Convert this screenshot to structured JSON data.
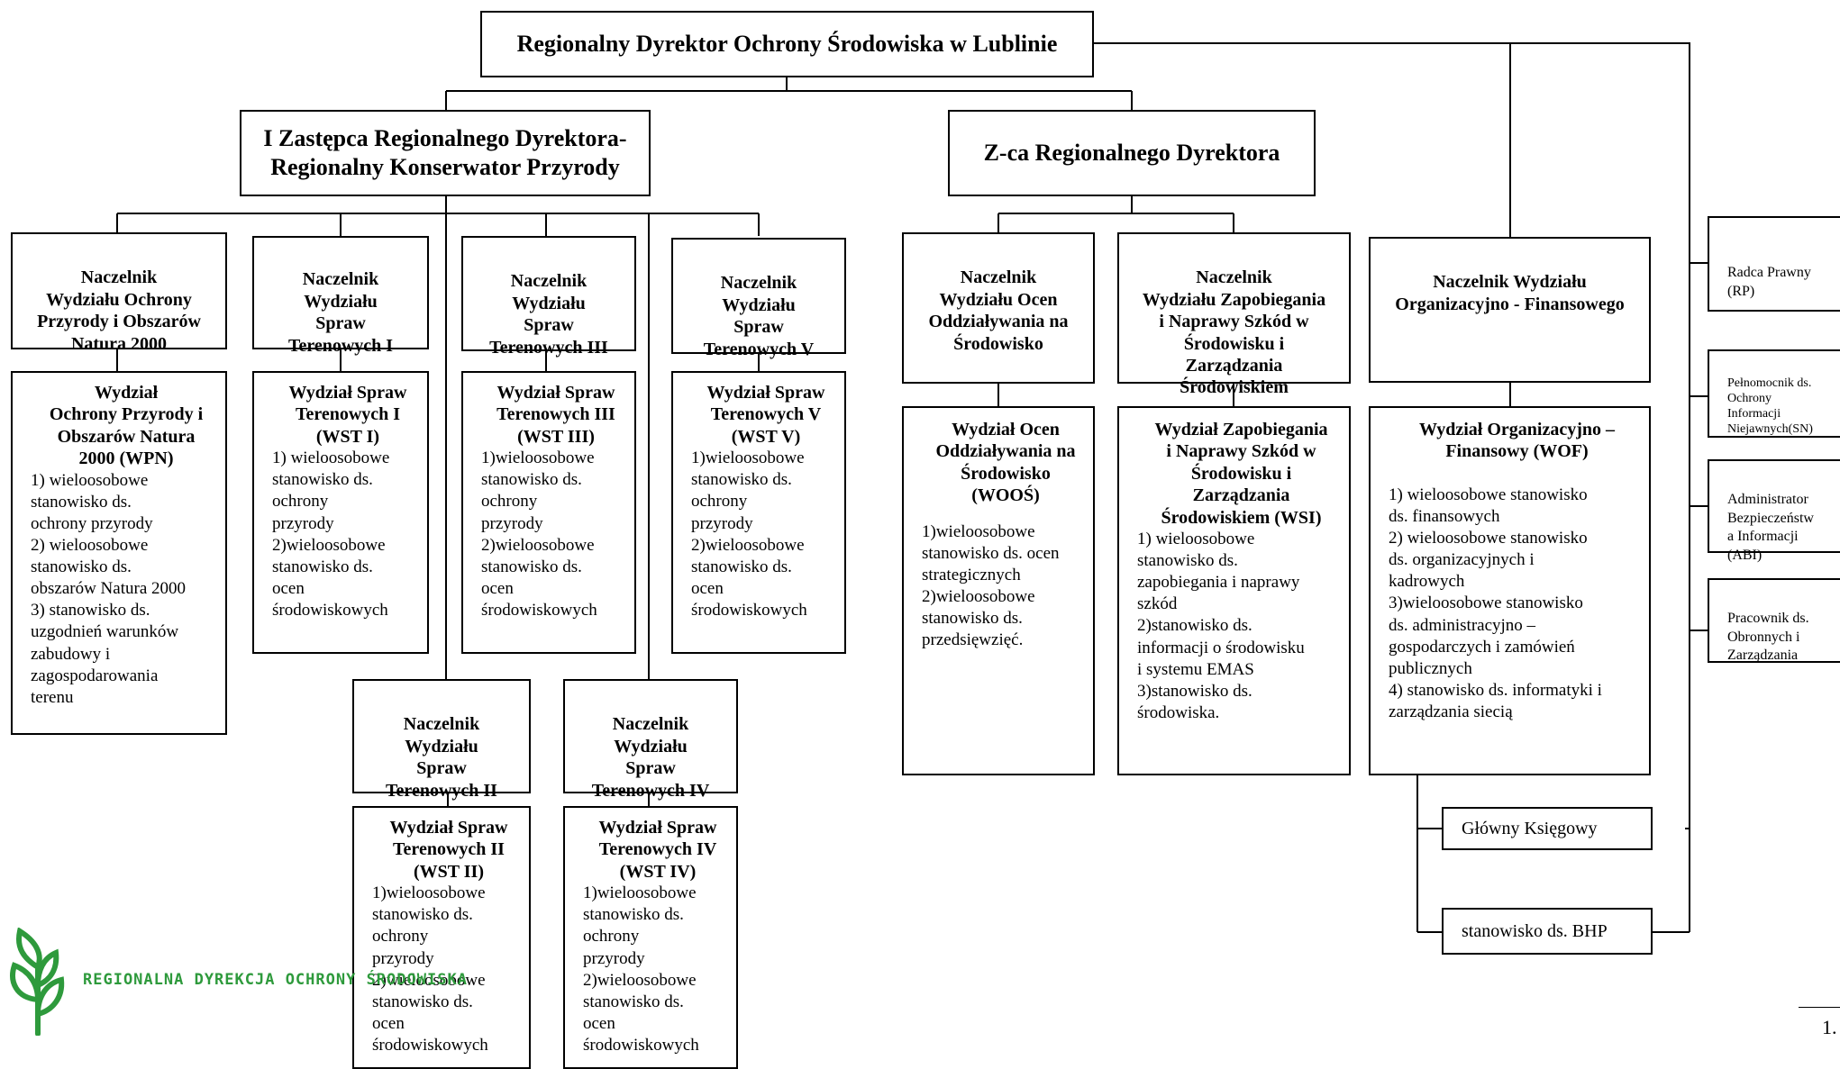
{
  "director": "Regionalny Dyrektor Ochrony Środowiska w Lublinie",
  "deputy1": "I Zastępca Regionalnego Dyrektora-\nRegionalny Konserwator Przyrody",
  "deputy2": "Z-ca Regionalnego Dyrektora",
  "heads": {
    "wpn": "Naczelnik\nWydziału Ochrony\nPrzyrody i Obszarów\nNatura 2000",
    "wst1": "Naczelnik\nWydziału\nSpraw\nTerenowych I",
    "wst3": "Naczelnik\nWydziału\nSpraw\nTerenowych III",
    "wst5": "Naczelnik\nWydziału\nSpraw\nTerenowych V",
    "wst2": "Naczelnik\nWydziału\nSpraw\nTerenowych II",
    "wst4": "Naczelnik\nWydziału\nSpraw\nTerenowych IV",
    "woos": "Naczelnik\nWydziału Ocen\nOddziaływania na\nŚrodowisko",
    "wsi": "Naczelnik\nWydziału Zapobiegania\ni Naprawy Szkód w\nŚrodowisku i\nZarządzania\nŚrodowiskiem",
    "wof": "Naczelnik Wydziału\nOrganizacyjno - Finansowego"
  },
  "depts": {
    "wpn": {
      "title": "Wydział\nOchrony Przyrody i\nObszarów Natura\n2000 (WPN)",
      "body": "1) wieloosobowe\nstanowisko ds.\nochrony przyrody\n2) wieloosobowe\nstanowisko ds.\nobszarów Natura 2000\n3) stanowisko ds.\nuzgodnień warunków\nzabudowy i\nzagospodarowania\nterenu"
    },
    "wst1": {
      "title": "Wydział Spraw\nTerenowych I\n(WST I)",
      "body": "1) wieloosobowe\nstanowisko ds.\nochrony\nprzyrody\n2)wieloosobowe\nstanowisko ds.\nocen\nśrodowiskowych"
    },
    "wst3": {
      "title": "Wydział Spraw\nTerenowych III\n(WST III)",
      "body": "1)wieloosobowe\nstanowisko ds.\nochrony\nprzyrody\n2)wieloosobowe\nstanowisko ds.\nocen\nśrodowiskowych"
    },
    "wst5": {
      "title": "Wydział Spraw\nTerenowych V\n(WST V)",
      "body": "1)wieloosobowe\nstanowisko ds.\nochrony\nprzyrody\n2)wieloosobowe\nstanowisko ds.\nocen\nśrodowiskowych"
    },
    "wst2": {
      "title": "Wydział Spraw\nTerenowych II\n(WST II)",
      "body": "1)wieloosobowe\nstanowisko ds.\nochrony\nprzyrody\n2)wieloosobowe\nstanowisko ds.\nocen\nśrodowiskowych"
    },
    "wst4": {
      "title": "Wydział Spraw\nTerenowych IV\n(WST IV)",
      "body": "1)wieloosobowe\nstanowisko ds.\nochrony\nprzyrody\n2)wieloosobowe\nstanowisko ds.\nocen\nśrodowiskowych"
    },
    "woos": {
      "title": "Wydział Ocen\nOddziaływania na\nŚrodowisko\n(WOOŚ)",
      "body": "1)wieloosobowe\nstanowisko ds. ocen\nstrategicznych\n2)wieloosobowe\nstanowisko ds.\nprzedsięwzięć."
    },
    "wsi": {
      "title": "Wydział Zapobiegania\ni Naprawy Szkód w\nŚrodowisku i\nZarządzania\nŚrodowiskiem (WSI)",
      "body": "1) wieloosobowe\nstanowisko ds.\nzapobiegania i naprawy\nszkód\n2)stanowisko ds.\ninformacji o środowisku\ni systemu EMAS\n3)stanowisko ds.\nśrodowiska."
    },
    "wof": {
      "title": "Wydział Organizacyjno –\nFinansowy (WOF)",
      "body": "1) wieloosobowe stanowisko\nds. finansowych\n2) wieloosobowe stanowisko\nds. organizacyjnych i\nkadrowych\n3)wieloosobowe stanowisko\nds. administracyjno –\ngospodarczych i zamówień\npublicznych\n4) stanowisko ds. informatyki i\nzarządzania siecią"
    }
  },
  "wof_units": [
    "Główny Księgowy",
    "stanowisko ds. BHP"
  ],
  "side_units": [
    "Radca Prawny\n(RP)",
    "Pełnomocnik ds.\nOchrony\nInformacji\nNiejawnych(SN)",
    "Administrator\nBezpieczeństw\na Informacji\n(ABI)",
    "Pracownik ds.\nObronnych i\nZarządzania\nKryzysowego"
  ],
  "logo": {
    "text": "REGIONALNA DYREKCJA OCHRONY ŚRODOWISKA",
    "color": "#2e9a3c"
  },
  "page_number": "1."
}
